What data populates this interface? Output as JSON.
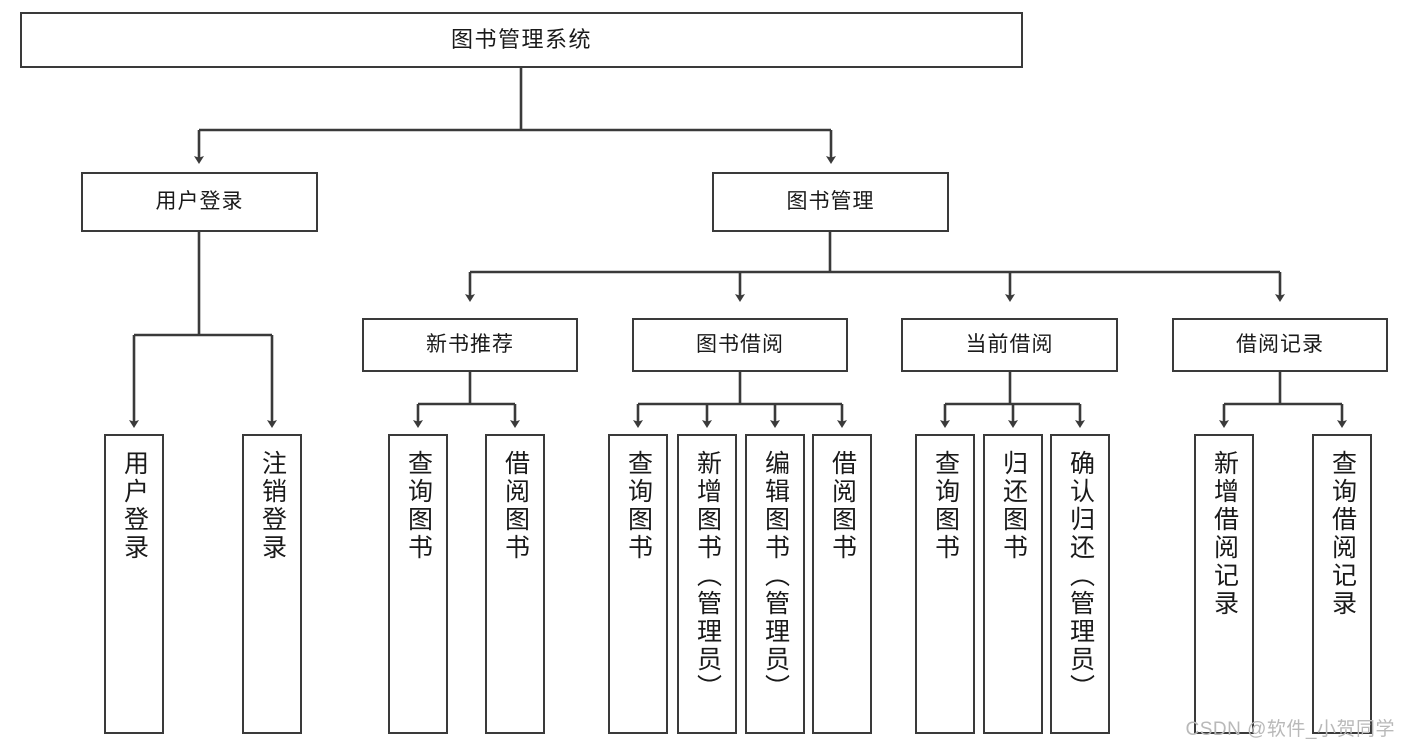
{
  "diagram": {
    "type": "hierarchy-tree",
    "title": "图书管理系统",
    "colors": {
      "box_stroke": "#3a3a3a",
      "box_fill": "#ffffff",
      "connector": "#3a3a3a",
      "text": "#1a1a1a",
      "watermark": "#b9b9b9"
    },
    "levels": {
      "root": {
        "label": "图书管理系统"
      },
      "level1": [
        {
          "label": "用户登录"
        },
        {
          "label": "图书管理"
        }
      ],
      "level2": [
        {
          "label": "新书推荐"
        },
        {
          "label": "图书借阅"
        },
        {
          "label": "当前借阅"
        },
        {
          "label": "借阅记录"
        }
      ],
      "leaves": {
        "user_login": [
          {
            "label": "用户登录"
          },
          {
            "label": "注销登录"
          }
        ],
        "new_book_recommend": [
          {
            "label": "查询图书"
          },
          {
            "label": "借阅图书"
          }
        ],
        "book_borrow": [
          {
            "label": "查询图书"
          },
          {
            "label": "新增图书（管理员）"
          },
          {
            "label": "编辑图书（管理员）"
          },
          {
            "label": "借阅图书"
          }
        ],
        "current_borrow": [
          {
            "label": "查询图书"
          },
          {
            "label": "归还图书"
          },
          {
            "label": "确认归还（管理员）"
          }
        ],
        "borrow_record": [
          {
            "label": "新增借阅记录"
          },
          {
            "label": "查询借阅记录"
          }
        ]
      }
    }
  },
  "watermark": {
    "text": "CSDN @软件_小贺同学"
  }
}
